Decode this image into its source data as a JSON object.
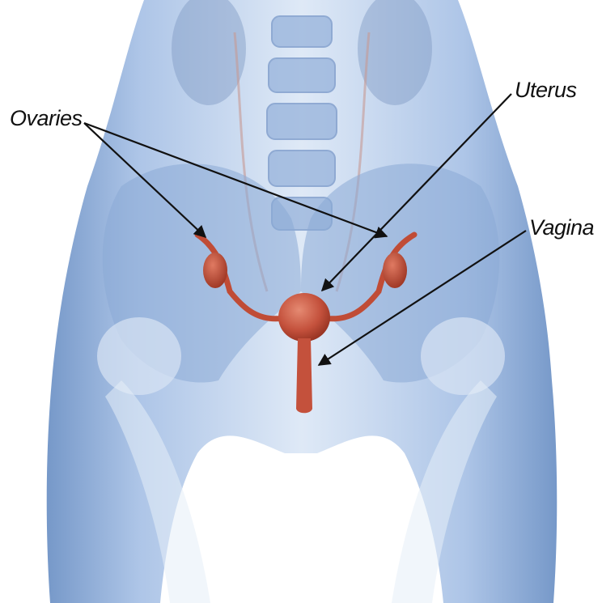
{
  "labels": {
    "ovaries": "Ovaries",
    "uterus": "Uterus",
    "vagina": "Vagina"
  },
  "colors": {
    "body": "#8fb0dc",
    "organ": "#c8503c",
    "arrow": "#111111"
  }
}
